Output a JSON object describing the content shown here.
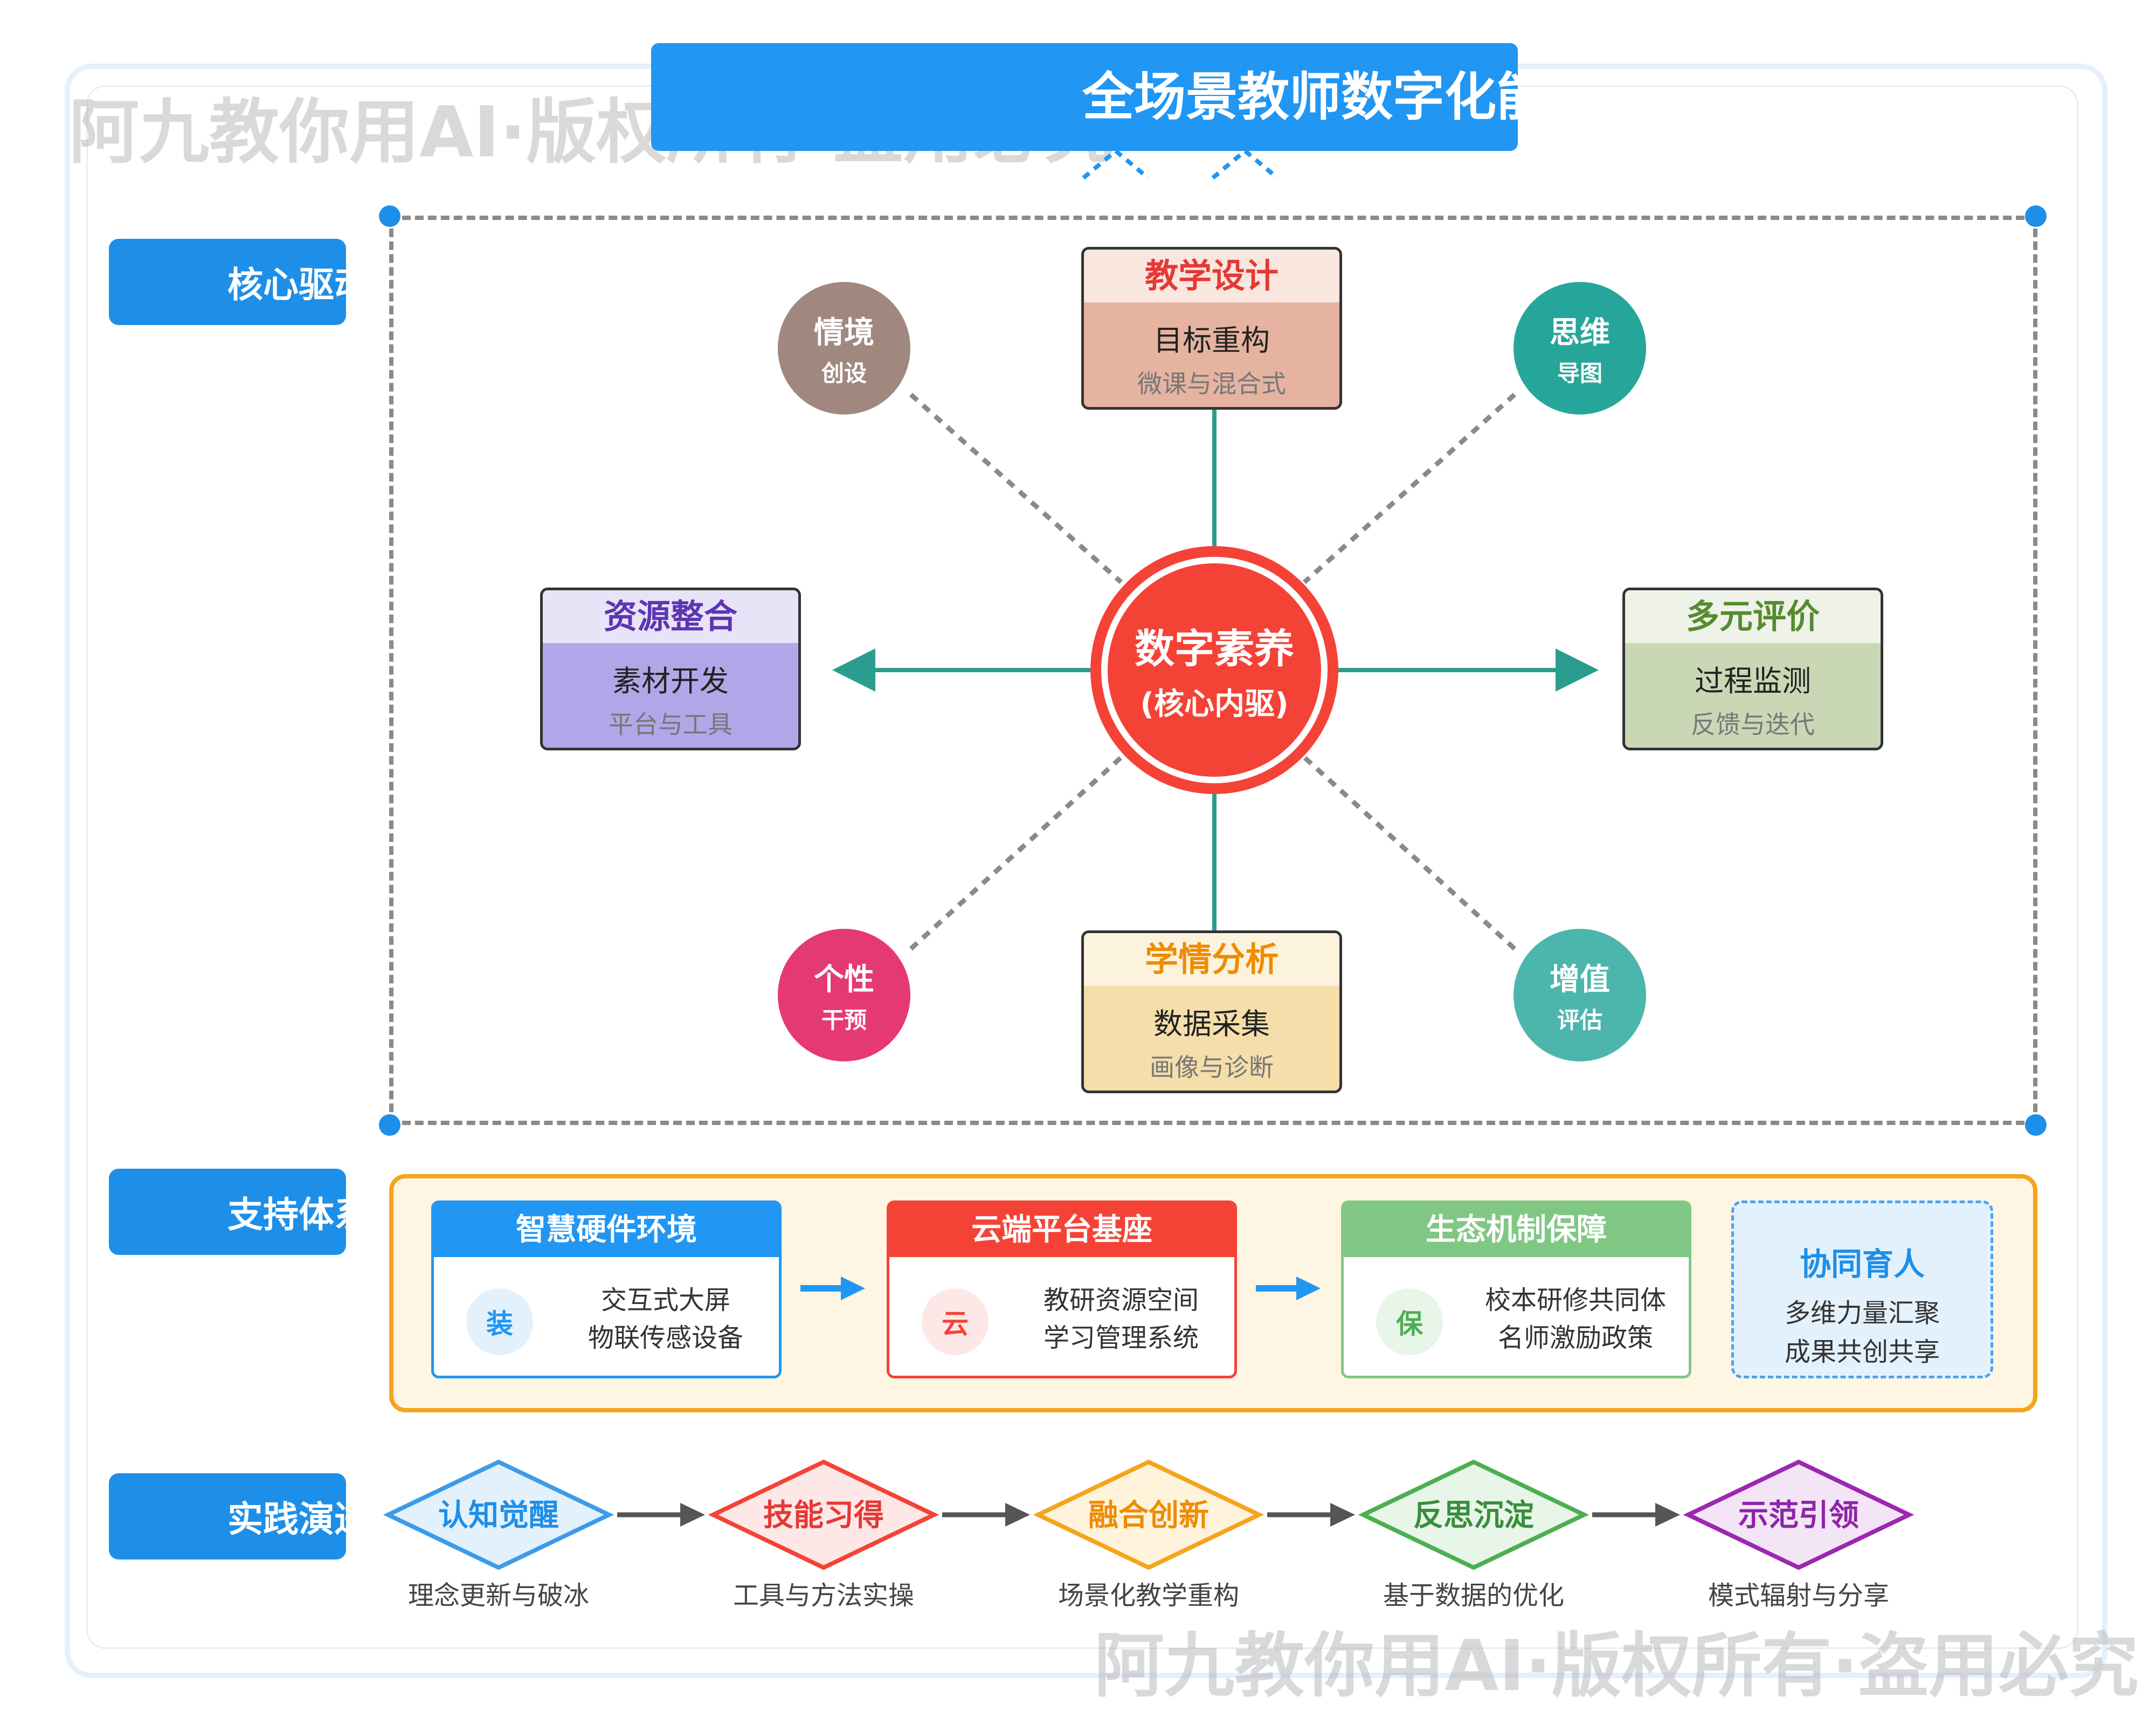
{
  "watermark": "阿九教你用AI·版权所有·盗用必究",
  "title": "全场景教师数字化能",
  "sections": {
    "core": "核心驱动",
    "support": "支持体系",
    "practice": "实践演进"
  },
  "center": {
    "title": "数字素养",
    "subtitle": "(核心内驱)"
  },
  "rect_nodes": {
    "top": {
      "head": "教学设计",
      "line1": "目标重构",
      "line2": "微课与混合式"
    },
    "left": {
      "head": "资源整合",
      "line1": "素材开发",
      "line2": "平台与工具"
    },
    "right": {
      "head": "多元评价",
      "line1": "过程监测",
      "line2": "反馈与迭代"
    },
    "bottom": {
      "head": "学情分析",
      "line1": "数据采集",
      "line2": "画像与诊断"
    }
  },
  "circle_nodes": {
    "top_left": {
      "t1": "情境",
      "t2": "创设"
    },
    "top_right": {
      "t1": "思维",
      "t2": "导图"
    },
    "bottom_left": {
      "t1": "个性",
      "t2": "干预"
    },
    "bottom_right": {
      "t1": "增值",
      "t2": "评估"
    }
  },
  "support_cards": [
    {
      "head": "智慧硬件环境",
      "badge": "装",
      "line1": "交互式大屏",
      "line2": "物联传感设备"
    },
    {
      "head": "云端平台基座",
      "badge": "云",
      "line1": "教研资源空间",
      "line2": "学习管理系统"
    },
    {
      "head": "生态机制保障",
      "badge": "保",
      "line1": "校本研修共同体",
      "line2": "名师激励政策"
    }
  ],
  "collab": {
    "title": "协同育人",
    "line1": "多维力量汇聚",
    "line2": "成果共创共享"
  },
  "steps": [
    {
      "name": "认知觉醒",
      "desc": "理念更新与破冰"
    },
    {
      "name": "技能习得",
      "desc": "工具与方法实操"
    },
    {
      "name": "融合创新",
      "desc": "场景化教学重构"
    },
    {
      "name": "反思沉淀",
      "desc": "基于数据的优化"
    },
    {
      "name": "示范引领",
      "desc": "模式辐射与分享"
    }
  ],
  "colors": {
    "primary": "#2196f3",
    "center": "#f44236",
    "teal": "#2a9d8f",
    "design_head": "#f9e6df",
    "design_body": "#e6b3a1",
    "design_text": "#e53935",
    "resource_head": "#e8e4f7",
    "resource_body": "#b3a6e8",
    "resource_text": "#5e35b1",
    "eval_head": "#eef2e8",
    "eval_body": "#c9d7b5",
    "eval_text": "#558b2f",
    "analysis_head": "#fcf3dd",
    "analysis_body": "#f5deaa",
    "analysis_text": "#ef8c00",
    "circle_brown": "#a1887f",
    "circle_teal": "#26a69a",
    "circle_pink": "#e53974",
    "circle_teal2": "#4db6ac",
    "support_blue": "#2196f3",
    "support_red": "#f44336",
    "support_green": "#81c784",
    "step_blue": "#3d9be9",
    "step_red": "#f44336",
    "step_orange": "#f5a41c",
    "step_green": "#4caf50",
    "step_purple": "#9c27b0"
  }
}
